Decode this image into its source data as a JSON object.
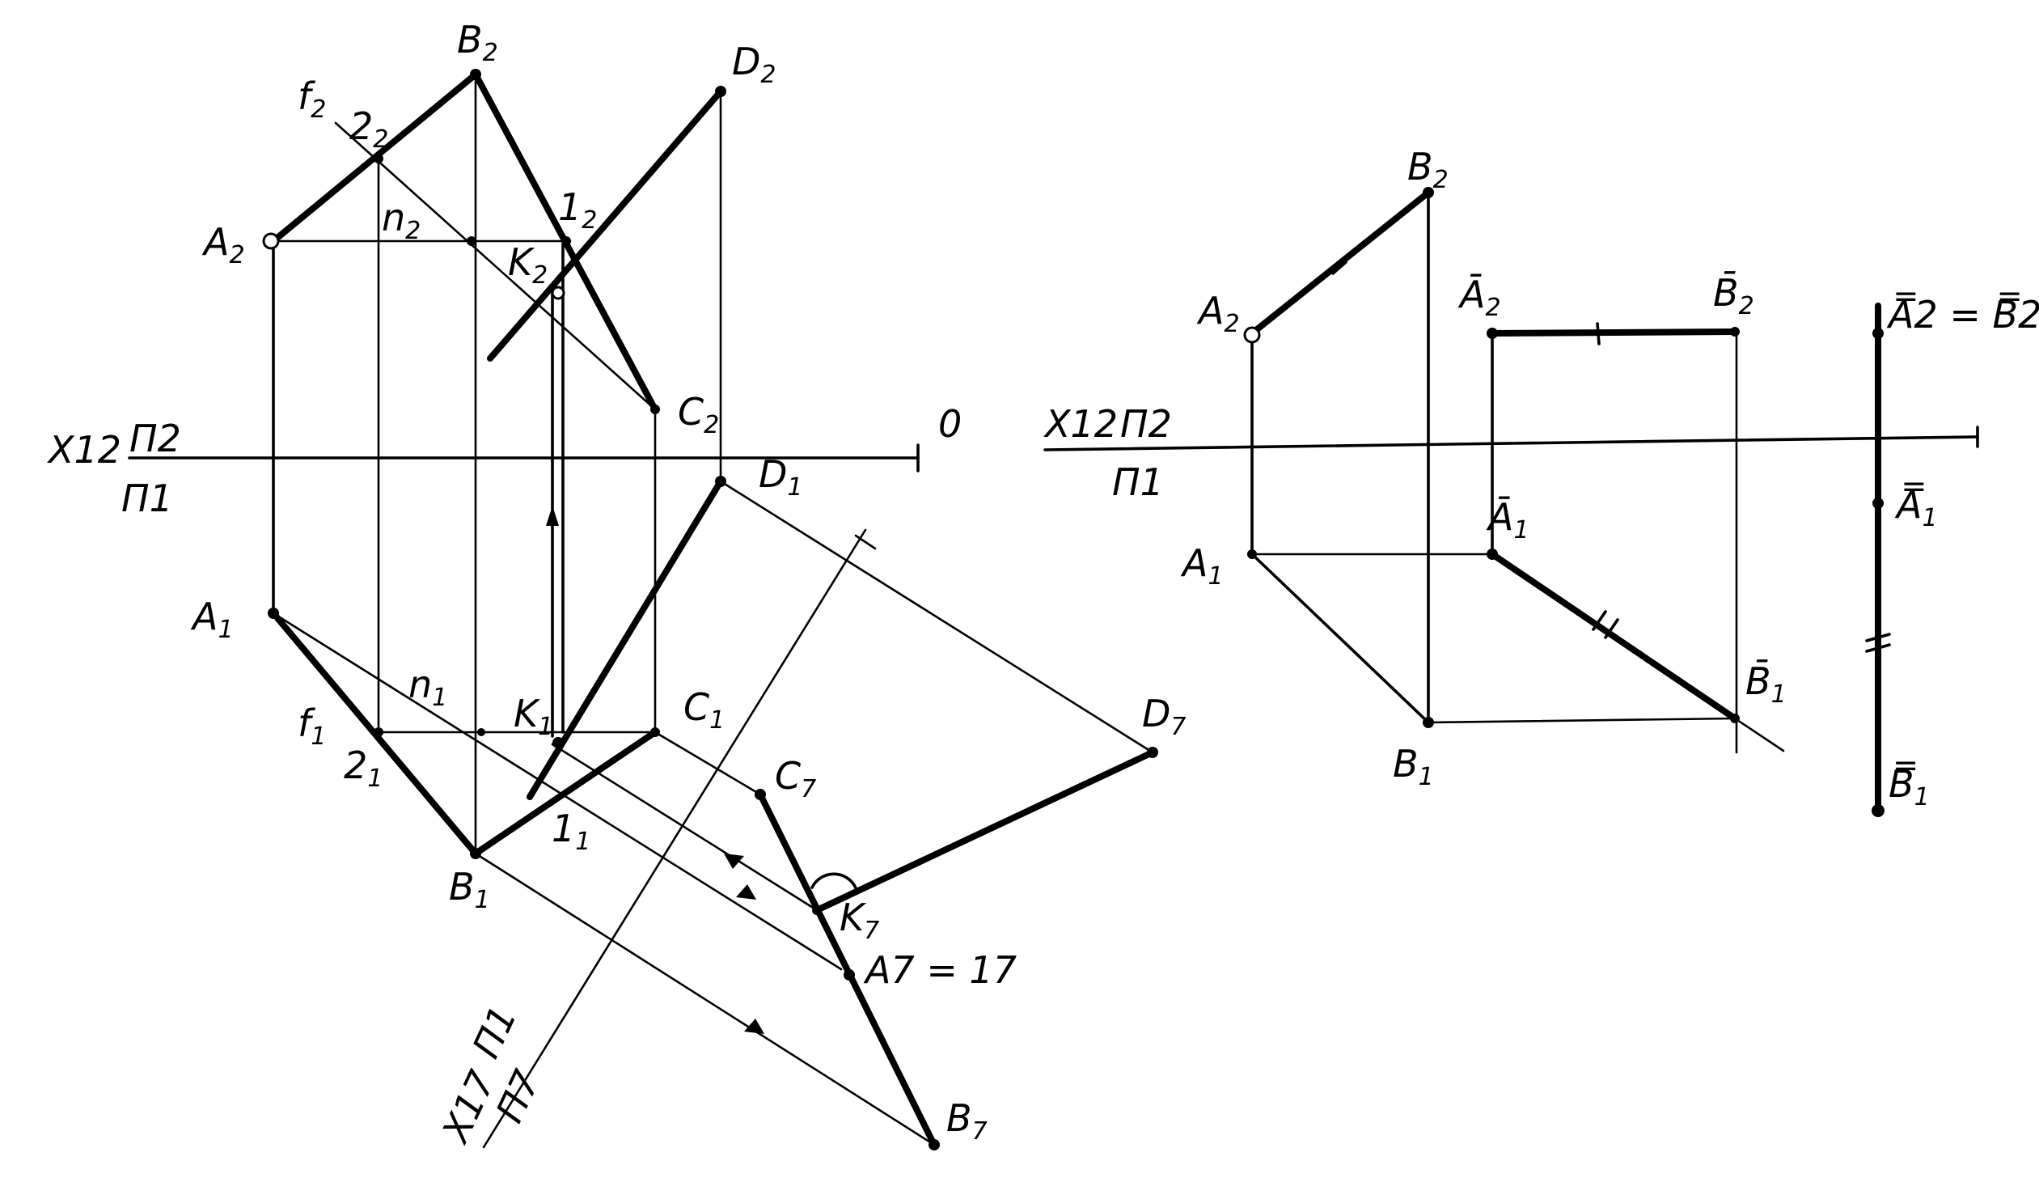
{
  "diagram": {
    "left": {
      "points": {
        "A2": "A",
        "B2": "B",
        "C2": "C",
        "D2": "D",
        "K2": "K",
        "n2": "n",
        "12": "1",
        "22": "2",
        "f2": "f",
        "A1": "A",
        "B1": "B",
        "C1": "C",
        "D1": "D",
        "K1": "K",
        "n1": "n",
        "11": "1",
        "21": "2",
        "f1": "f",
        "A7": "A",
        "B7": "B",
        "C7": "C",
        "D7": "D",
        "K7": "K"
      },
      "subscripts": {
        "two": "2",
        "one": "1",
        "seven": "7"
      },
      "labels": {
        "axis_x12": "X12",
        "axis_pi2": "П2",
        "axis_pi1": "П1",
        "axis_o": "0",
        "axis_x17": "X17",
        "axis_pi1b": "П1",
        "axis_pi7": "П7",
        "a7_eq": "A7 = 17"
      }
    },
    "right": {
      "labels": {
        "A2": "A",
        "B2": "B",
        "A1": "A",
        "B1": "B",
        "Abar2": "Ā",
        "Bbar2": "B̄",
        "Abar1": "Ā",
        "Bbar1": "B̄",
        "Adbl2_eq": "A̿2 = B̿2",
        "Adbl1": "A̿",
        "Bdbl1": "B̿",
        "axis_x12": "X12",
        "axis_pi2": "П2",
        "axis_pi1": "П1"
      },
      "subscripts": {
        "two": "2",
        "one": "1"
      }
    }
  }
}
